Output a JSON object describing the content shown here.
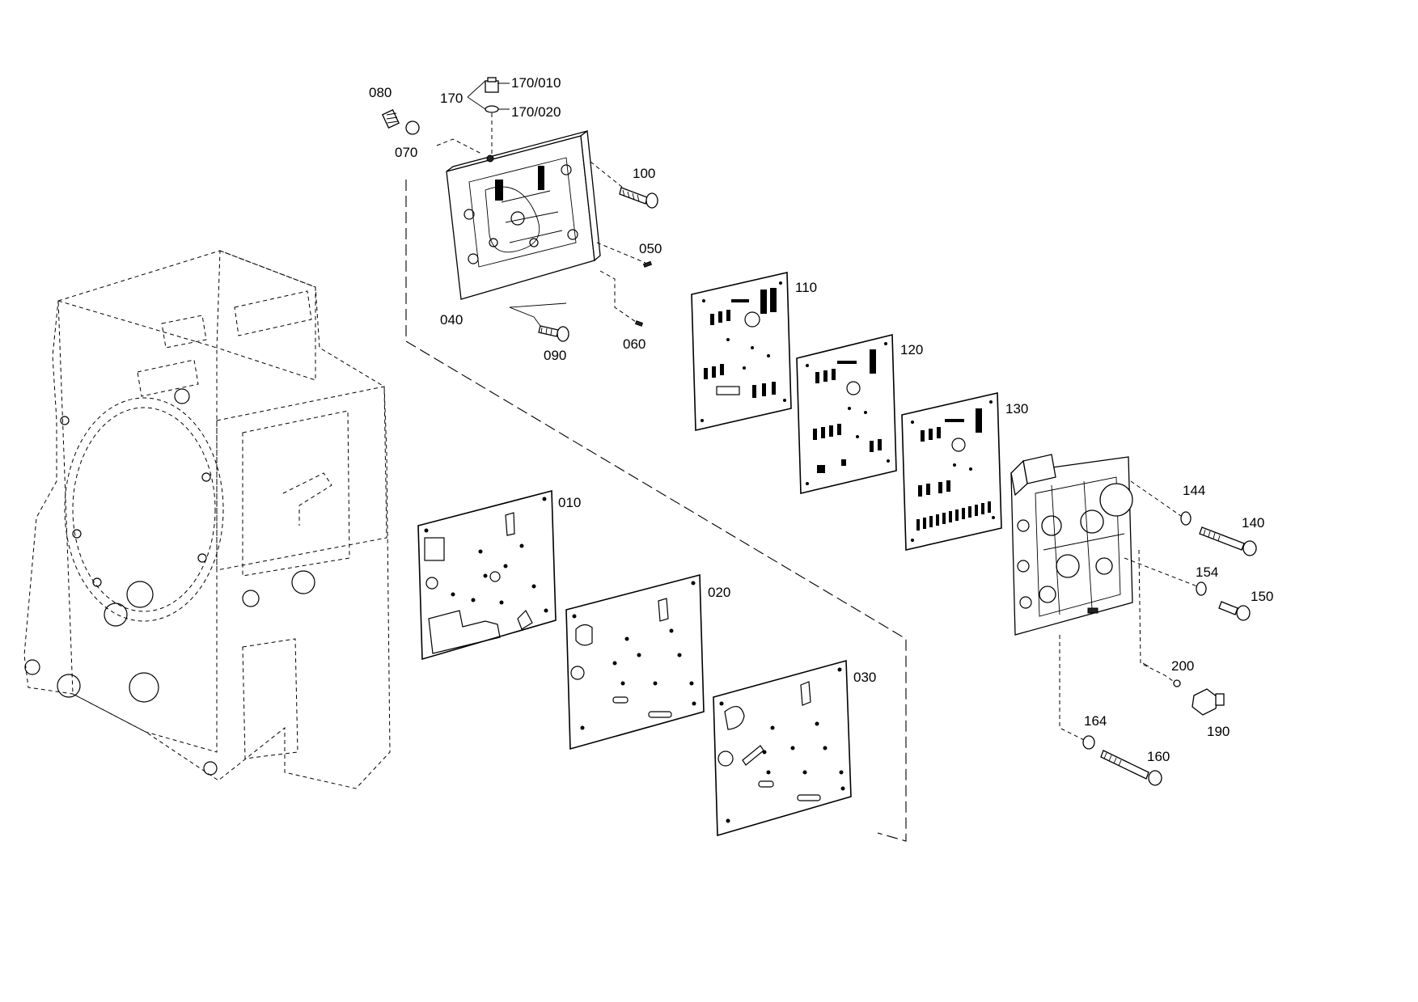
{
  "diagram": {
    "labels": {
      "p080": "080",
      "p070": "070",
      "p170": "170",
      "p170_010": "170/010",
      "p170_020": "170/020",
      "p100": "100",
      "p050": "050",
      "p040": "040",
      "p090": "090",
      "p060": "060",
      "p110": "110",
      "p120": "120",
      "p130": "130",
      "p010": "010",
      "p020": "020",
      "p030": "030",
      "p144": "144",
      "p140": "140",
      "p154": "154",
      "p150": "150",
      "p200": "200",
      "p190": "190",
      "p164": "164",
      "p160": "160"
    }
  }
}
